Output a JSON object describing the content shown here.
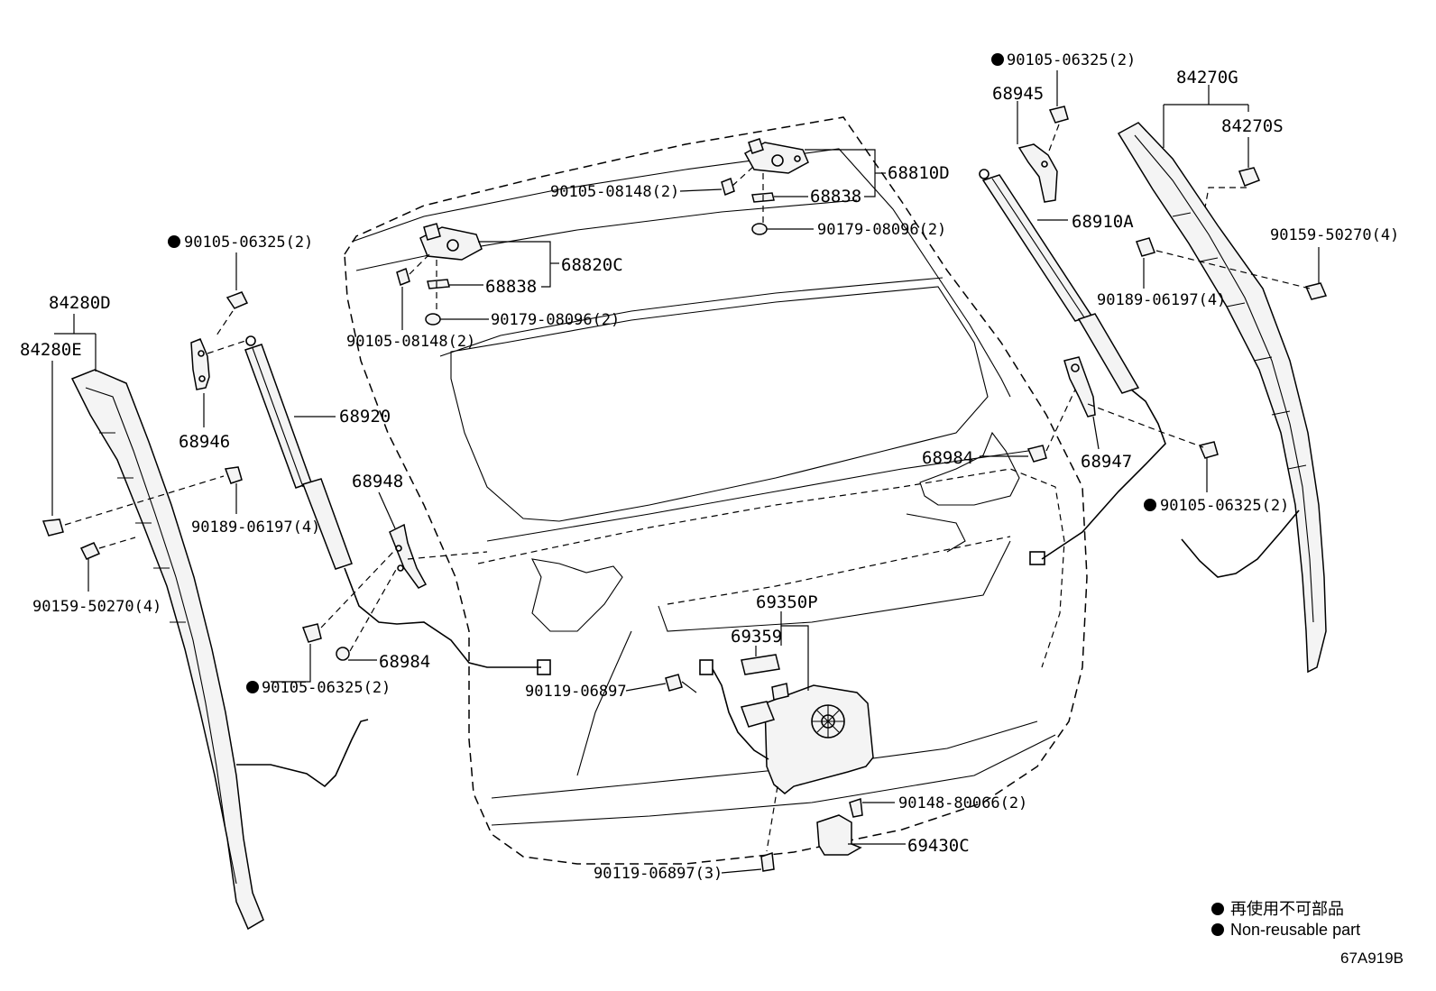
{
  "labels": {
    "p_84280D": "84280D",
    "p_84280E": "84280E",
    "p_90105_06325_a": "90105-06325(2)",
    "p_68946": "68946",
    "p_68920": "68920",
    "p_90189_06197_L": "90189-06197(4)",
    "p_90159_50270_L": "90159-50270(4)",
    "p_68948": "68948",
    "p_90105_06325_b": "90105-06325(2)",
    "p_68984_L": "68984",
    "p_90105_08148_top": "90105-08148(2)",
    "p_68810D": "68810D",
    "p_68838_top": "68838",
    "p_90179_08096_top": "90179-08096(2)",
    "p_68820C": "68820C",
    "p_68838_mid": "68838",
    "p_90179_08096_mid": "90179-08096(2)",
    "p_90105_08148_mid": "90105-08148(2)",
    "p_90105_06325_c": "90105-06325(2)",
    "p_68945": "68945",
    "p_68910A": "68910A",
    "p_84270G": "84270G",
    "p_84270S": "84270S",
    "p_90159_50270_R": "90159-50270(4)",
    "p_90189_06197_R": "90189-06197(4)",
    "p_68984_R": "68984",
    "p_68947": "68947",
    "p_90105_06325_d": "90105-06325(2)",
    "p_69350P": "69350P",
    "p_69359": "69359",
    "p_90119_06897": "90119-06897",
    "p_90148_80066": "90148-80066(2)",
    "p_69430C": "69430C",
    "p_90119_06897_3": "90119-06897(3)"
  },
  "legend": {
    "line1": "再使用不可部品",
    "line2": "Non-reusable part"
  },
  "diagram_id": "67A919B"
}
